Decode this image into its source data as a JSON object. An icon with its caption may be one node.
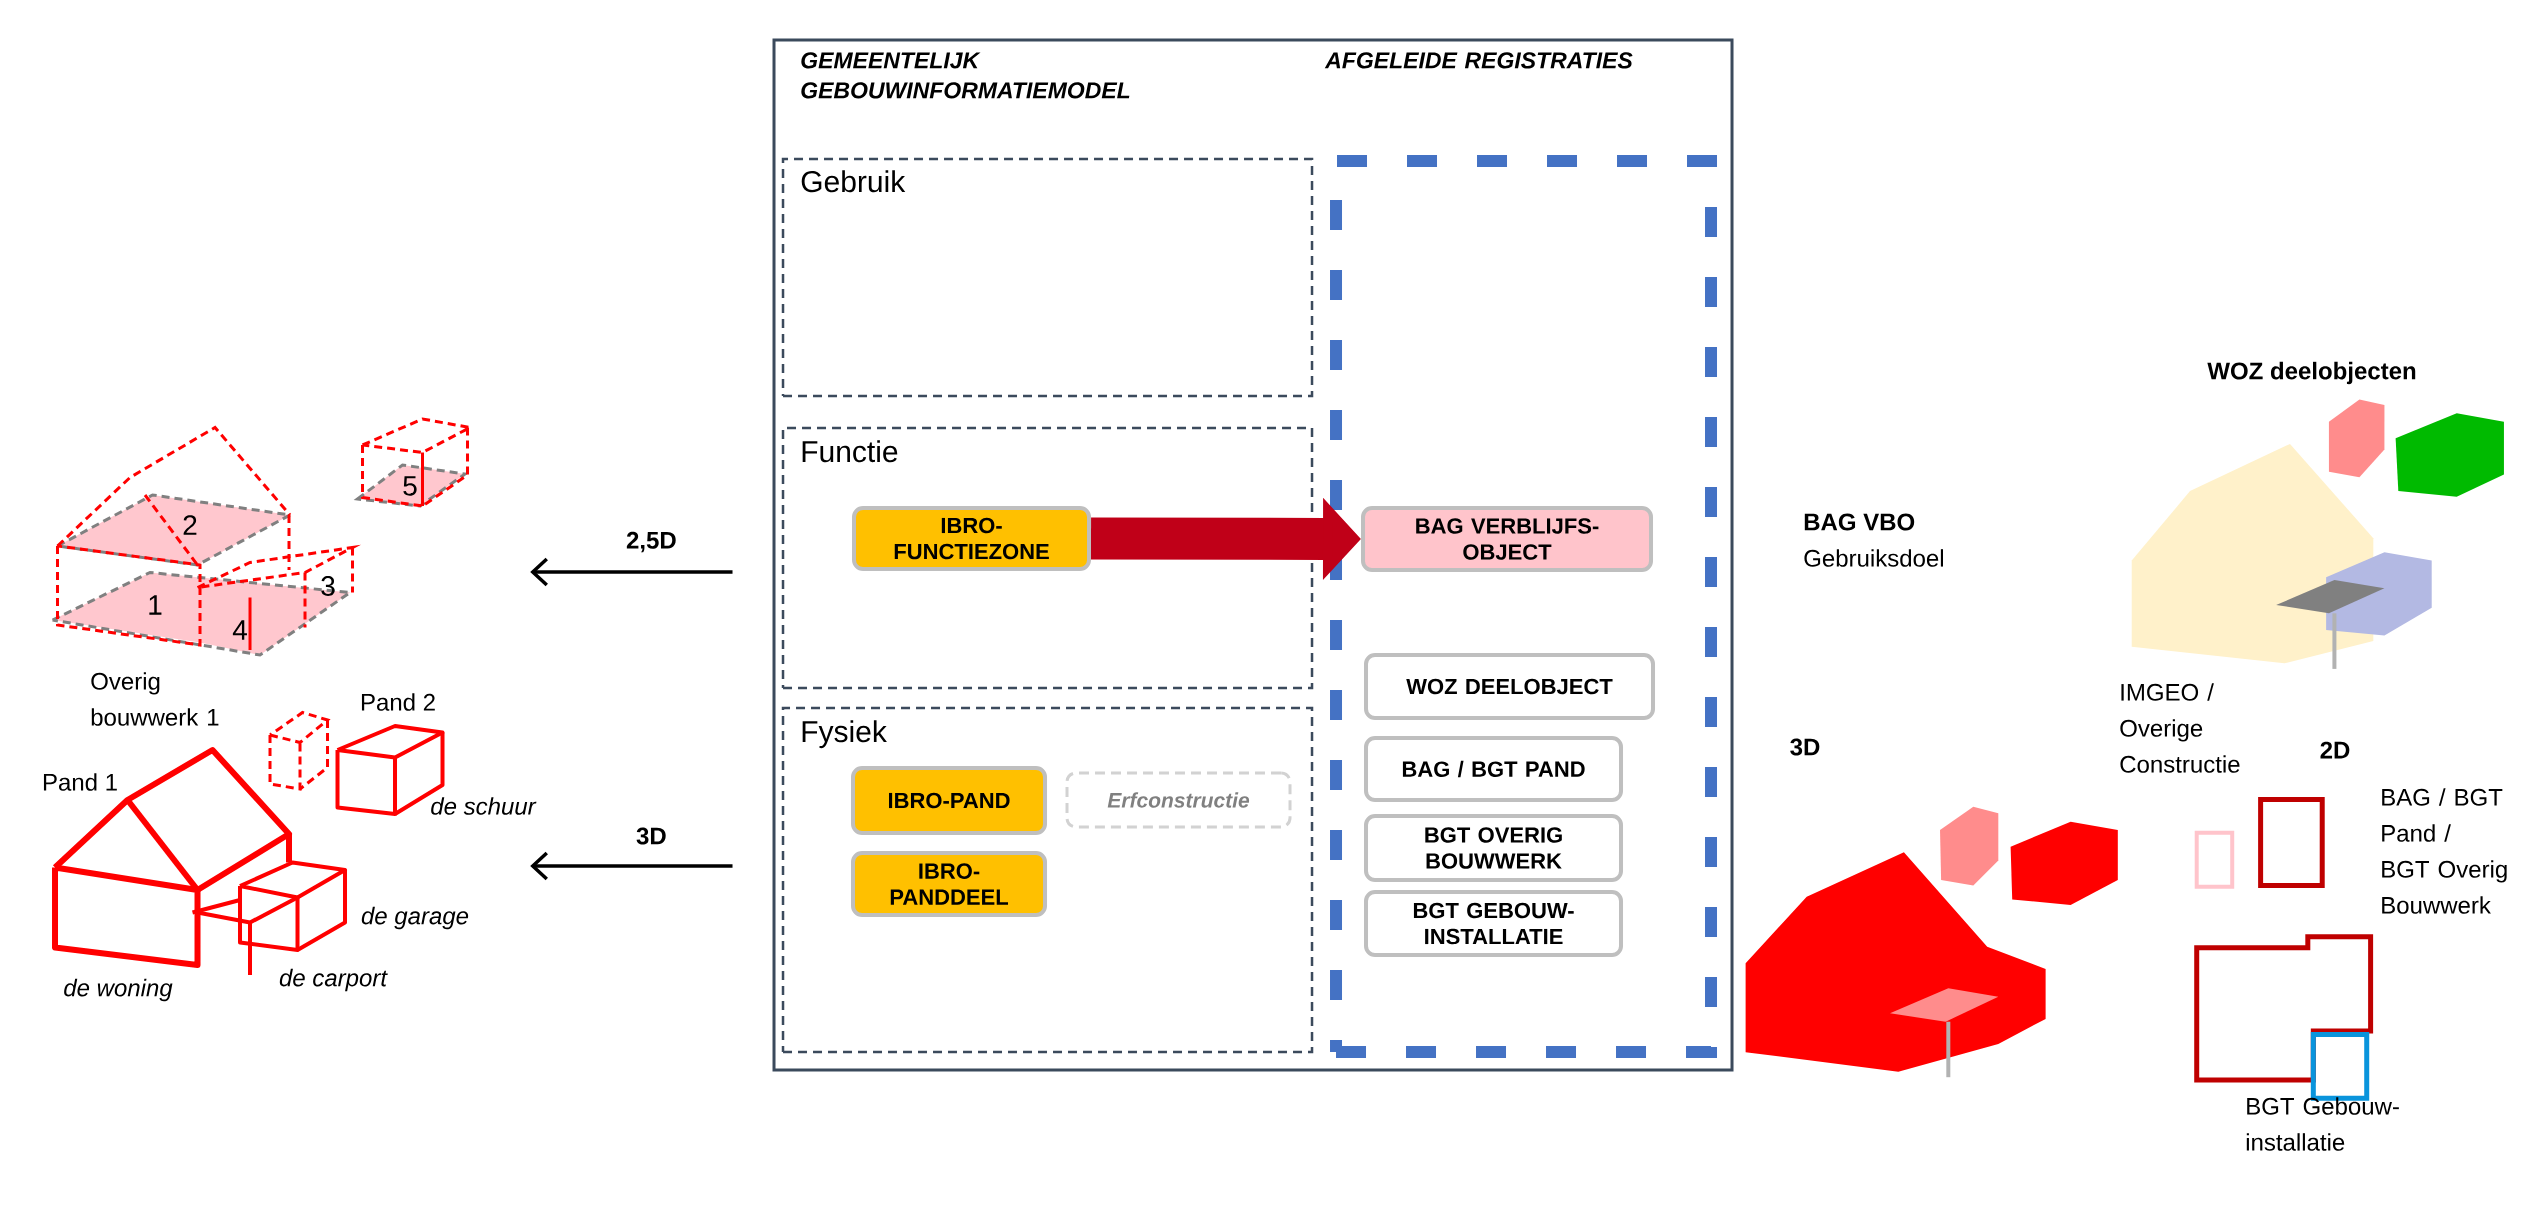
{
  "diagram": {
    "nodes": [
      {
        "text": [
          "GEMEENTELIJK GEBOUWINFORMATIEMODEL",
          "AFGELEIDE REGISTRATIES"
        ]
      },
      {
        "text": [
          "Gebruik"
        ],
        "in": 0
      },
      {
        "text": [
          "Functie"
        ],
        "in": 0
      },
      {
        "text": [
          "IBRO-FUNCTIEZONE"
        ],
        "in": 2
      },
      {
        "text": [
          "Fysiek"
        ],
        "in": 0
      },
      {
        "text": [
          "IBRO-PAND"
        ],
        "in": 4
      },
      {
        "text": [
          "Erfconstructie"
        ],
        "in": 4
      },
      {
        "text": [
          "IBRO-PANDDEEL"
        ],
        "in": 4
      },
      {
        "text": [],
        "shape": "box",
        "in": 0
      },
      {
        "text": [
          "BAG VERBLIJFS-OBJECT"
        ],
        "in": 8
      },
      {
        "text": [
          "WOZ DEELOBJECT"
        ],
        "in": 8
      },
      {
        "text": [
          "BAG / BGT PAND"
        ],
        "in": 8
      },
      {
        "text": [
          "BGT OVERIG BOUWWERK"
        ],
        "in": 8
      },
      {
        "text": [
          "BGT GEBOUW-INSTALLATIE"
        ],
        "in": 8
      },
      {
        "text": [],
        "shape": "picture"
      },
      {
        "text": [],
        "shape": "picture"
      }
    ],
    "edges": [
      {
        "from": 0,
        "to": 14,
        "arrow": "to",
        "label": "2,5D"
      },
      {
        "from": 0,
        "to": 15,
        "arrow": "to",
        "label": "3D"
      },
      {
        "from": 3,
        "to": 9,
        "arrow": "to",
        "style": "thick",
        "color": "#c00018"
      }
    ],
    "labels": [
      "WOZ deelobjecten",
      "2",
      "5",
      "BAG VBO",
      "Gebruiksdoel",
      "3",
      "1",
      "4",
      "Overig bouwwerk 1",
      "Pand 2",
      "IMGEO / Overige Constructie",
      "2D",
      "3D",
      "Pand 1",
      "BAG / BGT Pand / BGT Overig Bouwwerk",
      "de schuur",
      "de garage",
      "de carport",
      "de woning",
      "BGT Gebouw-installatie"
    ]
  }
}
